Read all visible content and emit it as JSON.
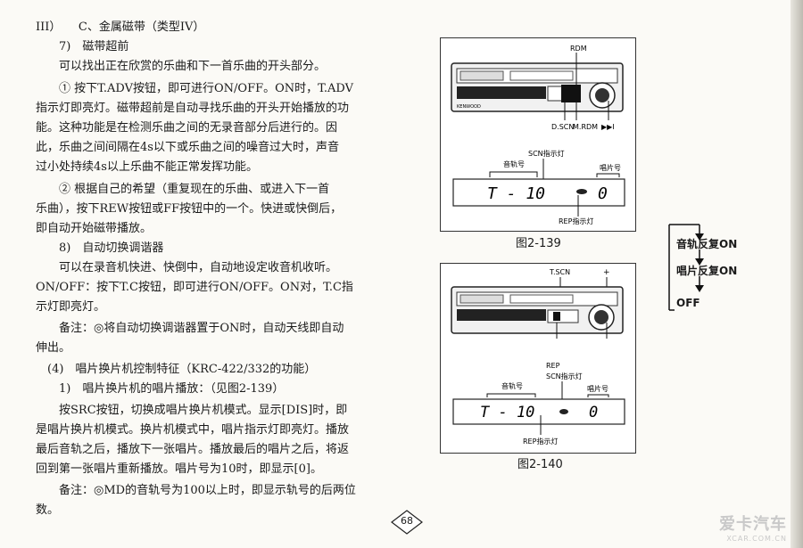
{
  "left_column": {
    "lines": [
      "III）　　C、金属磁带（类型IV）",
      "　　7)　磁带超前",
      "　　可以找出正在欣赏的乐曲和下一首乐曲的开头部分。",
      "　　①  按下T.ADV按钮，即可进行ON/OFF。ON时，T.ADV",
      "指示灯即亮灯。磁带超前是自动寻找乐曲的开头开始播放的功",
      "能。这种功能是在检测乐曲之间的无录音部分后进行的。因",
      "此，乐曲之间间隔在4s以下或乐曲之间的噪音过大时，声音",
      "过小处持续4s以上乐曲不能正常发挥功能。",
      "　　②  根据自己的希望（重复现在的乐曲、或进入下一首",
      "乐曲），按下REW按钮或FF按钮中的一个。快进或快倒后，",
      "即自动开始磁带播放。",
      "　　8)　自动切换调谐器",
      "　　可以在录音机快进、快倒中，自动地设定收音机收听。",
      "ON/OFF：按下T.C按钮，即可进行ON/OFF。ON对，T.C指",
      "示灯即亮灯。",
      "　　备注：◎将自动切换调谐器置于ON时，自动天线即自动",
      "伸出。",
      "　(4)　唱片换片机控制特征（KRC-422/332的功能）",
      "　　1)　唱片换片机的唱片播放：（见图2-139）",
      "　　按SRC按钮，切换成唱片换片机模式。显示[DIS]时，即",
      "是唱片换片机模式。换片机模式中，唱片指示灯即亮灯。播放",
      "最后音轨之后，播放下一张唱片。播放最后的唱片之后，将返",
      "回到第一张唱片重新播放。唱片号为10时，即显示[0]。",
      "　　备注：◎MD的音轨号为100以上时，即显示轨号的后两位",
      "数。"
    ]
  },
  "figure_139": {
    "label_rdm": "RDM",
    "label_dscn": "D.SCN",
    "label_mrdm": "M.RDM",
    "label_next": "▶▶I",
    "brand": "KENWOOD",
    "label_scn_indicator": "SCN指示灯",
    "label_track_no": "音轨号",
    "label_disc_no": "唱片号",
    "display_track": "T - 10",
    "display_disc": "0",
    "label_rep_indicator": "REP指示灯",
    "caption": "图2-139"
  },
  "figure_140": {
    "label_tscn": "T.SCN",
    "label_plus": "+",
    "label_rep": "REP",
    "label_scn_indicator": "SCN指示灯",
    "label_track_no": "音轨号",
    "label_disc_no": "唱片号",
    "display_track": "T - 10",
    "display_disc": "0",
    "label_rep_indicator": "REP指示灯",
    "caption": "图2-140"
  },
  "flow": {
    "items": [
      "音轨反复ON",
      "唱片反复ON",
      "OFF"
    ]
  },
  "page_number": "68",
  "watermark": {
    "main": "爱卡汽车",
    "sub": "XCAR.COM.CN"
  }
}
